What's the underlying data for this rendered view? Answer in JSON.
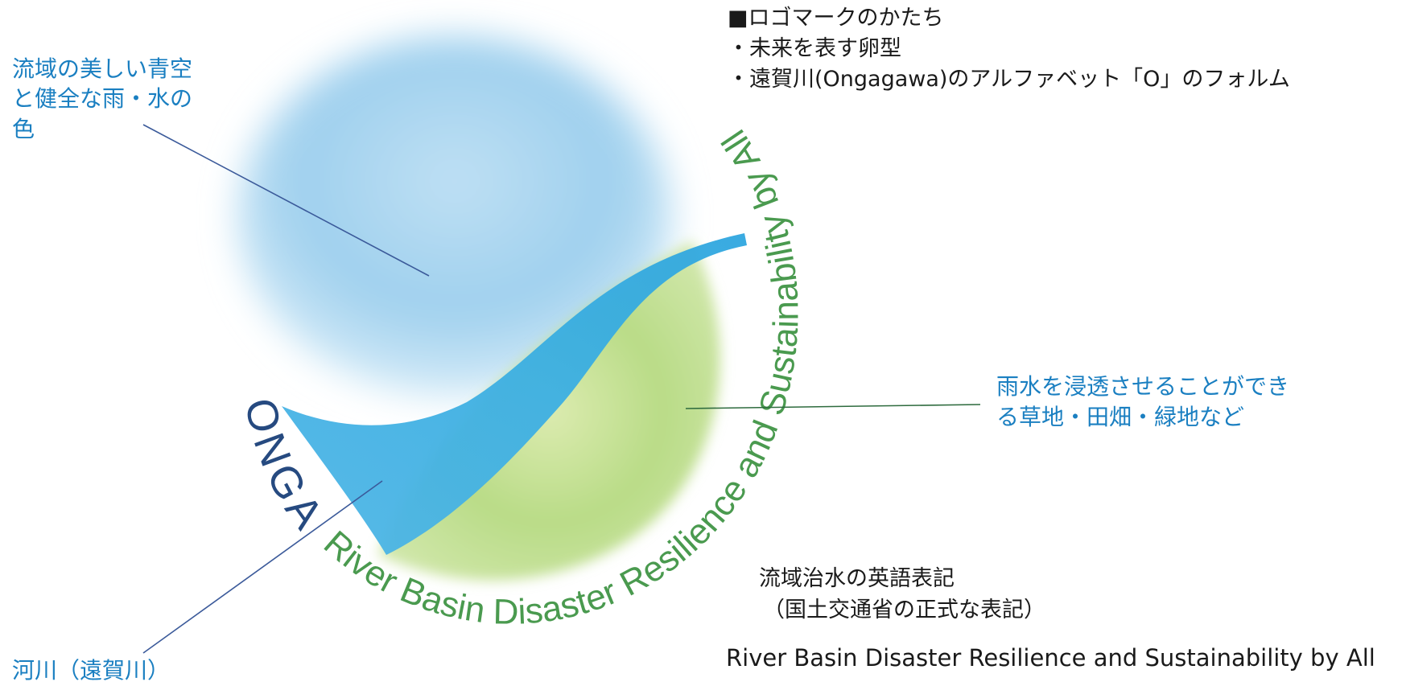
{
  "shape_notes": {
    "heading": "■ロゴマークのかたち",
    "items": [
      "・未来を表す卵型",
      "・遠賀川(Ongagawa)のアルファベット「O」のフォルム"
    ]
  },
  "annotations": {
    "sky": [
      "流域の美しい青空",
      "と健全な雨・水の",
      "色"
    ],
    "green": [
      "雨水を浸透させることができ",
      "る草地・田畑・緑地など"
    ],
    "river": "河川（遠賀川）"
  },
  "english_notation": {
    "label": "流域治水の英語表記",
    "sub": "（国土交通省の正式な表記）",
    "phrase": "River Basin Disaster Resilience and Sustainability by All"
  },
  "logo": {
    "onga": "ONGA",
    "arc_text": "River Basin Disaster Resilience and Sustainability by All",
    "colors": {
      "sky": "#9fd0ee",
      "river": "#3aaee2",
      "green": "#b9dc87",
      "onga": "#264a80",
      "arc_text": "#4a9a4f",
      "leader_blue": "#3b5a9a",
      "leader_green": "#2e6b3e"
    }
  }
}
